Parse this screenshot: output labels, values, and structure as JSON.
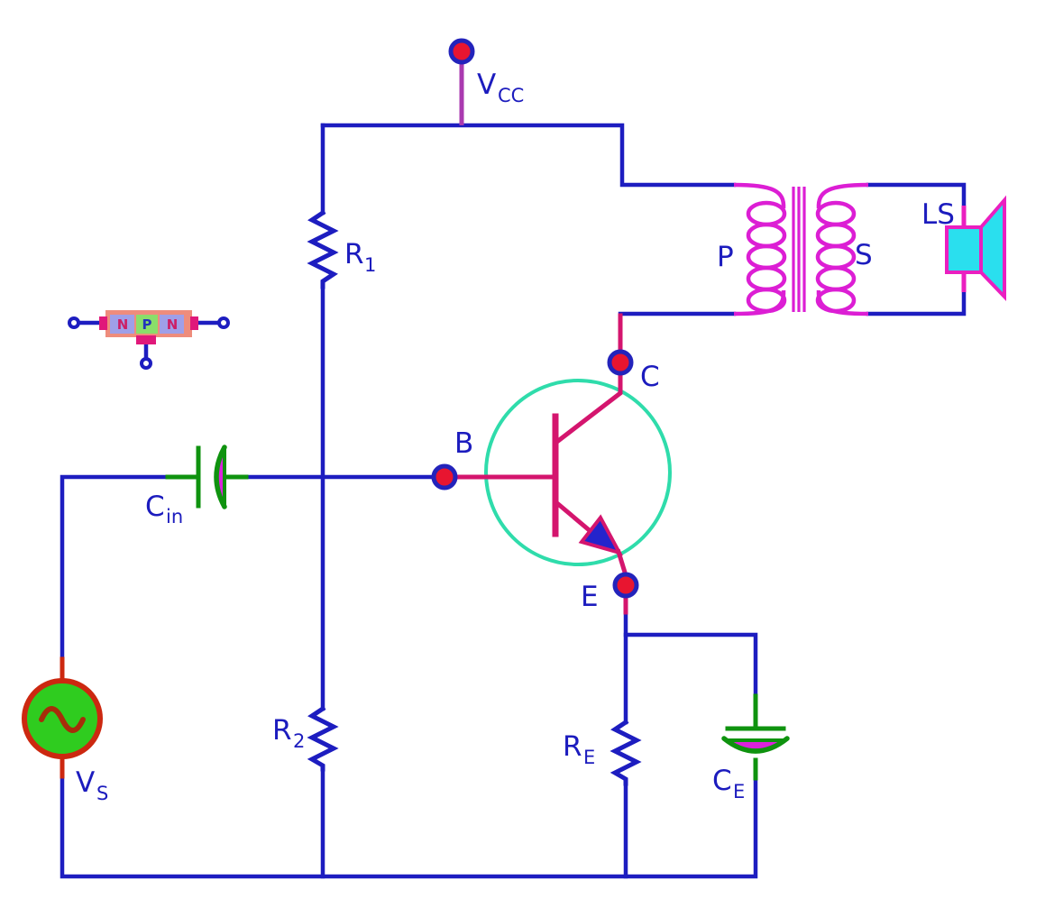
{
  "colors": {
    "wire_blue": "#1d1dc0",
    "label_blue": "#1c1cbe",
    "node_fill": "#e81530",
    "node_ring": "#2323bb",
    "arrow_fill": "#2424cc",
    "vcc_stem": "#aa3ab0",
    "transistor_pink": "#d4156e",
    "transistor_circle": "#2fdcab",
    "coil_magenta": "#dc1ed4",
    "speaker_fill": "#2adfee",
    "speaker_outline": "#ea1fc0",
    "capacitor_green": "#0f930f",
    "capacitor_fill": "#dd22dd",
    "source_fill": "#2fcc1f",
    "source_outline": "#cc2810",
    "sine_wave": "#a72d0a",
    "npn_outer": "#ee8c7c",
    "npn_n_fill": "#9f9fe8",
    "npn_p_fill": "#8ade6a",
    "npn_n_text": "#cc1f66",
    "npn_p_text": "#2233bb",
    "npn_contact": "#e0187a"
  },
  "labels": {
    "vcc": {
      "main": "V",
      "sub": "CC"
    },
    "r1": {
      "main": "R",
      "sub": "1"
    },
    "r2": {
      "main": "R",
      "sub": "2"
    },
    "re": {
      "main": "R",
      "sub": "E"
    },
    "ce": {
      "main": "C",
      "sub": "E"
    },
    "cin": {
      "main": "C",
      "sub": "in"
    },
    "vs": {
      "main": "V",
      "sub": "S"
    },
    "b": "B",
    "c": "C",
    "e": "E",
    "p": "P",
    "s": "S",
    "ls": "LS"
  },
  "npn_inset": {
    "n_left": "N",
    "p_middle": "P",
    "n_right": "N"
  }
}
